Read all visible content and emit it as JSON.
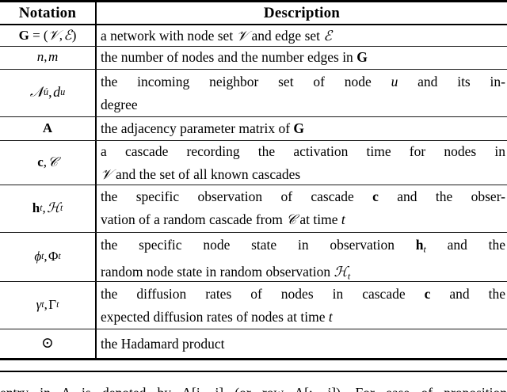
{
  "table": {
    "headers": {
      "notation": "Notation",
      "description": "Description"
    },
    "rows": [
      {
        "notation_plain": "G = (V, E)",
        "description_plain": "a network with node set V and edge set E",
        "lines": 1
      },
      {
        "notation_plain": "n, m",
        "description_plain": "the number of nodes and the number edges in G",
        "lines": 1
      },
      {
        "notation_plain": "N_u, d_u",
        "description_plain": "the incoming neighbor set of node u and its in-degree",
        "line1": "the incoming neighbor set of node u and its in-",
        "line2": "degree",
        "lines": 2
      },
      {
        "notation_plain": "A",
        "description_plain": "the adjacency parameter matrix of G",
        "lines": 1
      },
      {
        "notation_plain": "c, C",
        "description_plain": "a cascade recording the activation time for nodes in V and the set of all known cascades",
        "line1": "a cascade recording the activation time for nodes in",
        "line2": "V and the set of all known cascades",
        "lines": 2
      },
      {
        "notation_plain": "h_t, H_t",
        "description_plain": "the specific observation of cascade c and the observation of a random cascade from C at time t",
        "line1": "the specific observation of cascade c and the obser-",
        "line2": "vation of a random cascade from C at time t",
        "lines": 2
      },
      {
        "notation_plain": "phi_t, Phi_t",
        "description_plain": "the specific node state in observation h_t and the random node state in random observation H_t",
        "line1": "the specific node state in observation h_t and the",
        "line2": "random node state in random observation H_t",
        "lines": 2
      },
      {
        "notation_plain": "gamma_t, Gamma_t",
        "description_plain": "the diffusion rates of nodes in cascade c and the expected diffusion rates of nodes at time t",
        "line1": "the diffusion rates of nodes in cascade c and the",
        "line2": "expected diffusion rates of nodes at time t",
        "lines": 2
      },
      {
        "notation_plain": "⊙",
        "description_plain": "the Hadamard product",
        "lines": 1
      }
    ]
  },
  "body_text": {
    "cutoff_line": "entry in A is denoted by A[i, j] (or row A[:, j]). For ease of proposition"
  },
  "colors": {
    "text": "#000000",
    "rule": "#000000",
    "background": "#ffffff"
  }
}
